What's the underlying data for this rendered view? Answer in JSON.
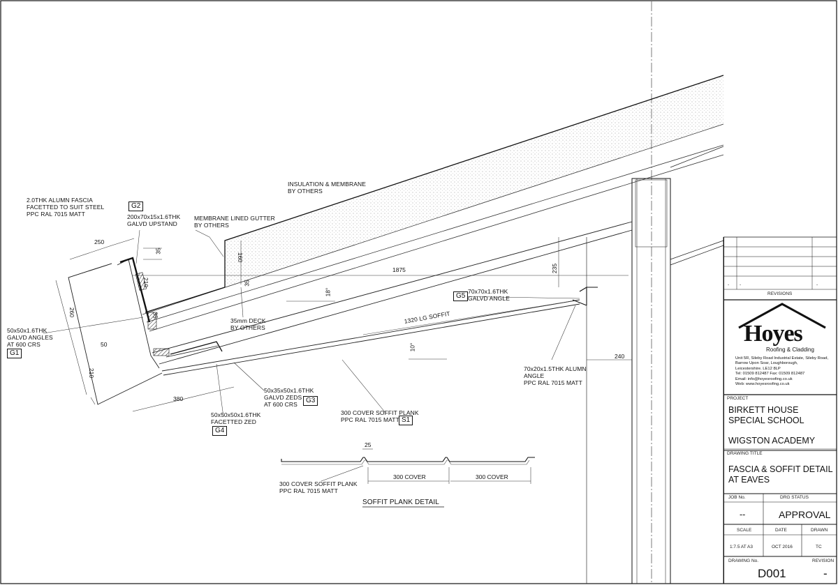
{
  "labels": {
    "fascia": "2.0THK ALUMN FASCIA\nFACETTED TO SUIT STEEL\nPPC RAL 7015 MATT",
    "upstand": "200x70x15x1.6THK\nGALVD UPSTAND",
    "membrane_gutter": "MEMBRANE LINED GUTTER\nBY OTHERS",
    "insulation": "INSULATION & MEMBRANE\nBY OTHERS",
    "deck": "35mm DECK\nBY OTHERS",
    "angles": "50x50x1.6THK\nGALVD ANGLES\nAT 600 CRS",
    "zeds": "50x35x50x1.6THK\nGALVD ZEDS\nAT 600 CRS",
    "facetted_zed": "50x50x50x1.6THK\nFACETTED ZED",
    "soffit_plank": "300 COVER SOFFIT PLANK\nPPC RAL 7015 MATT",
    "galvd_angle": "70x70x1.6THK\nGALVD ANGLE",
    "alumn_angle": "70x20x1.5THK ALUMN\nANGLE\nPPC RAL 7015 MATT",
    "soffit_length": "1320 LG SOFFIT",
    "plank_detail_label": "300 COVER SOFFIT PLANK\nPPC RAL 7015 MATT",
    "plank_detail_title": "SOFFIT PLANK DETAIL"
  },
  "tags": {
    "g1": "G1",
    "g2": "G2",
    "g3": "G3",
    "g4": "G4",
    "g5": "G5",
    "s1": "S1"
  },
  "dims": {
    "d250": "250",
    "d35a": "35",
    "d210a": "210",
    "d260": "260",
    "d50": "50",
    "d210b": "210",
    "d380": "380",
    "d35b": "35",
    "d160": "160",
    "d35c": "35",
    "d1875": "1875",
    "d235": "235",
    "d240": "240",
    "ang18": "18°",
    "ang10": "10°",
    "d25": "25",
    "cover1": "300 COVER",
    "cover2": "300 COVER"
  },
  "titleblock": {
    "revisions_label": "REVISIONS",
    "rev_dash1": "-",
    "rev_dash2": "-",
    "rev_dash3": "-",
    "logo": "Hoyes",
    "logo_sub": "Roofing & Cladding",
    "address": "Unit 5R, Sileby Road Industrial Estate, Sileby Road,\nBarrow Upon Soar, Loughborough,\nLeicestershire. LE12 8LP\nTel: 01509 812487    Fax: 01509 812487\nEmail:   info@hoyesroofing.co.uk\nWeb:     www.hoyesroofing.co.uk",
    "project_label": "PROJECT",
    "project_line1": "BIRKETT HOUSE",
    "project_line2": "SPECIAL SCHOOL",
    "project_line3": "WIGSTON ACADEMY",
    "drawing_title_label": "DRAWING TITLE",
    "title_line1": "FASCIA & SOFFIT DETAIL",
    "title_line2": "AT EAVES",
    "job_label": "JOB No.",
    "job_value": "--",
    "status_label": "DRG STATUS",
    "status_value": "APPROVAL",
    "scale_label": "SCALE",
    "scale_value": "1:7.5 AT A3",
    "date_label": "DATE",
    "date_value": "OCT 2016",
    "drawn_label": "DRAWN",
    "drawn_value": "TC",
    "drawing_no_label": "DRAWING No.",
    "drawing_no_value": "D001",
    "revision_label": "REVISION",
    "revision_value": "-"
  }
}
